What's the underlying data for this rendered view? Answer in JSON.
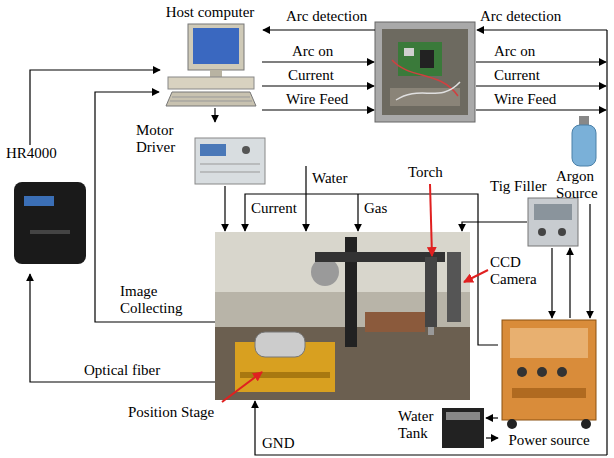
{
  "diagram": {
    "nodes": [
      {
        "text": [
          "Host computer"
        ]
      },
      {
        "text": [
          "Motor Driver"
        ]
      },
      {
        "text": [
          "HR4000"
        ]
      },
      {
        "text": [
          "Tig Filler"
        ]
      },
      {
        "text": [
          "Argon Source"
        ]
      },
      {
        "text": [
          "Water Tank"
        ]
      },
      {
        "text": [
          "Power source"
        ]
      }
    ],
    "edges": [
      {
        "from": 0,
        "to": 1,
        "arrow": "to"
      },
      {
        "from": 2,
        "to": 0,
        "arrow": "to"
      },
      {
        "from": 3,
        "to": 6,
        "arrow": "to"
      },
      {
        "from": 6,
        "to": 3,
        "arrow": "to"
      },
      {
        "from": 4,
        "to": 6,
        "arrow": "to"
      },
      {
        "from": 6,
        "to": 5,
        "arrow": "to"
      },
      {
        "from": 5,
        "to": 6,
        "arrow": "to"
      }
    ],
    "labels": [
      "Arc detection",
      "Arc on",
      "Current",
      "Wire Feed",
      "Arc detection",
      "Arc on",
      "Current",
      "Wire Feed",
      "Current",
      "Water",
      "Gas",
      "Torch",
      "Image Collecting",
      "CCD Camera",
      "Optical fiber",
      "Position Stage",
      "GND"
    ]
  }
}
